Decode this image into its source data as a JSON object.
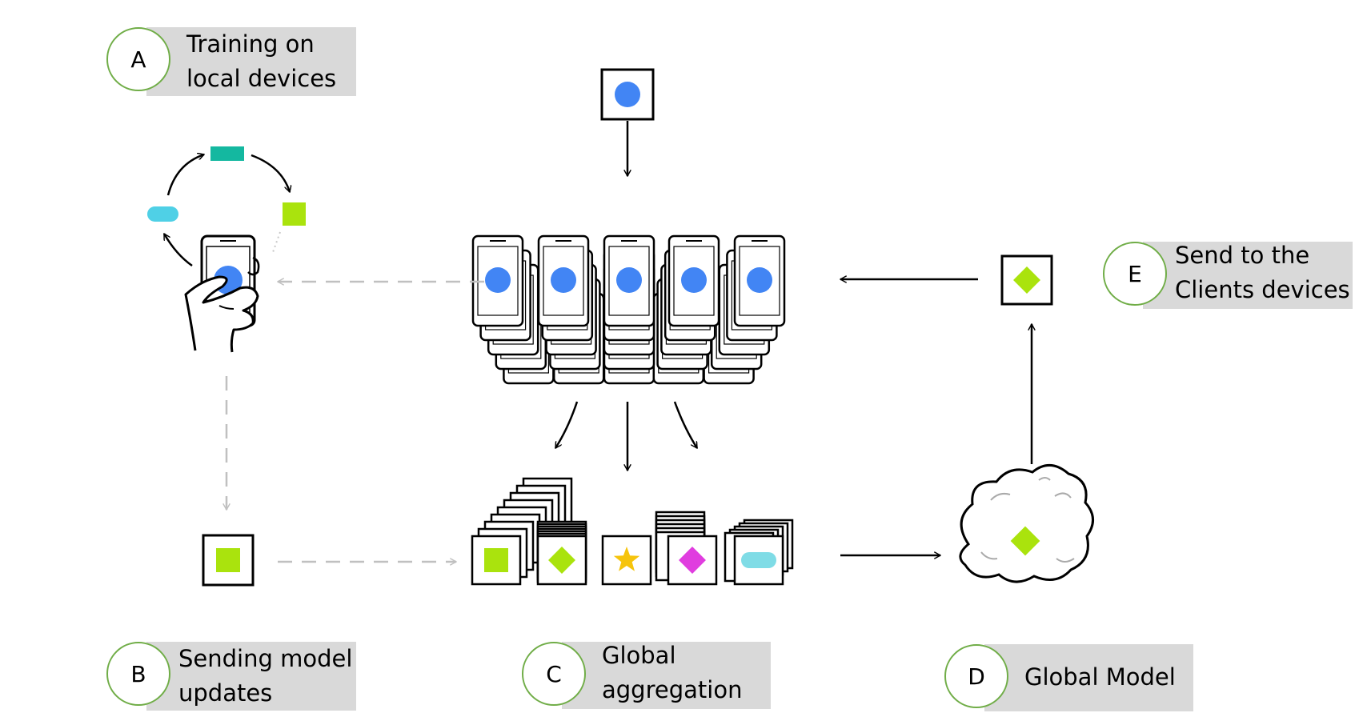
{
  "steps": {
    "a": {
      "letter": "A",
      "line1": "Training on",
      "line2": "local devices"
    },
    "b": {
      "letter": "B",
      "line1": "Sending model",
      "line2": "updates"
    },
    "c": {
      "letter": "C",
      "line1": "Global",
      "line2": "aggregation"
    },
    "d": {
      "letter": "D",
      "line1": "Global Model"
    },
    "e": {
      "letter": "E",
      "line1": "Send to the",
      "line2": "Clients devices"
    }
  },
  "colors": {
    "model_blue": "#4285f4",
    "update_green": "#aae30d",
    "teal": "#14b8a0",
    "light_blue": "#4fd0e6",
    "star_yellow": "#f6c40c",
    "magenta": "#e03ddf",
    "pill_cyan": "#7fdce6",
    "badge_grey": "#d9d9d9",
    "badge_ring": "#70ad47",
    "dashed_grey": "#c0c0c0"
  }
}
